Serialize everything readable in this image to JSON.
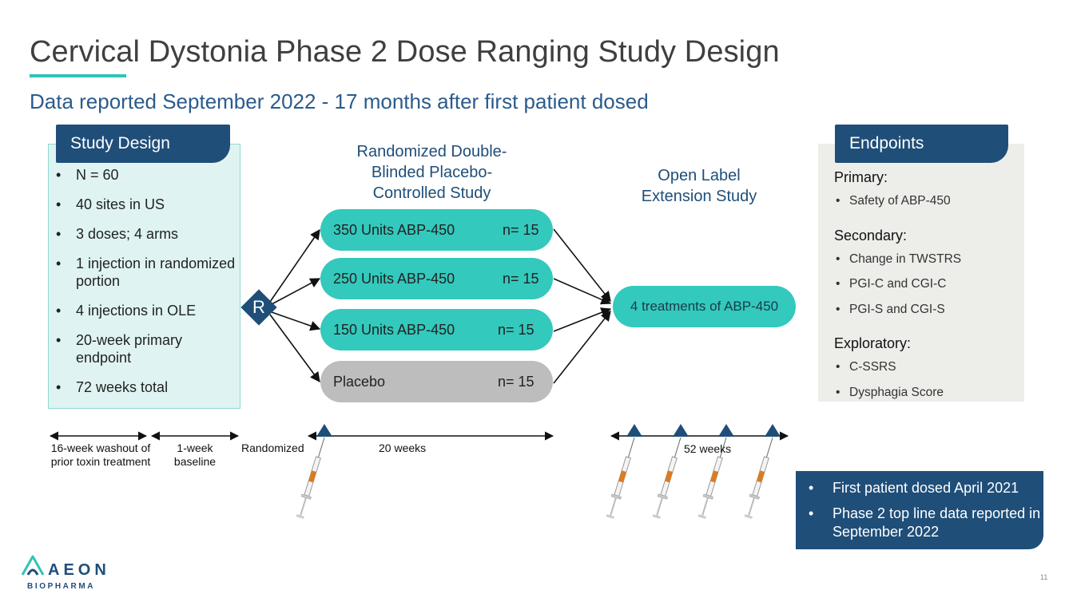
{
  "title": "Cervical Dystonia Phase 2 Dose Ranging Study Design",
  "subtitle": "Data reported September 2022 - 17 months after first patient dosed",
  "colors": {
    "navy": "#1f4e79",
    "teal": "#33c9bd",
    "grey": "#bdbdbd",
    "panel_teal": "#dff4f2",
    "panel_grey": "#ededea"
  },
  "study_design": {
    "header": "Study Design",
    "items": [
      "N = 60",
      "40 sites in US",
      "3 doses; 4 arms",
      "1 injection in randomized portion",
      "4 injections in OLE",
      "20-week primary endpoint",
      "72 weeks total"
    ]
  },
  "randomized": {
    "heading": "Randomized Double-Blinded Placebo-Controlled Study",
    "r_label": "R",
    "arms": [
      {
        "label": "350 Units ABP-450",
        "n": "n= 15"
      },
      {
        "label": "250 Units ABP-450",
        "n": "n= 15"
      },
      {
        "label": "150 Units ABP-450",
        "n": "n= 15"
      },
      {
        "label": "Placebo",
        "n": "n= 15"
      }
    ]
  },
  "ole": {
    "heading": "Open Label Extension Study",
    "box": "4 treatments of ABP-450"
  },
  "endpoints": {
    "header": "Endpoints",
    "primary_heading": "Primary:",
    "primary": [
      "Safety of ABP-450"
    ],
    "secondary_heading": "Secondary:",
    "secondary": [
      "Change in TWSTRS",
      "PGI-C and CGI-C",
      "PGI-S and CGI-S"
    ],
    "exploratory_heading": "Exploratory:",
    "exploratory": [
      "C-SSRS",
      "Dysphagia Score"
    ]
  },
  "timeline": {
    "washout": "16-week washout of prior toxin treatment",
    "baseline": "1-week baseline",
    "randomized": "Randomized",
    "weeks_20": "20 weeks",
    "weeks_52": "52 weeks"
  },
  "info": {
    "items": [
      "First patient dosed April 2021",
      "Phase 2 top line data reported in September 2022"
    ]
  },
  "logo": {
    "name": "AEON",
    "sub": "BIOPHARMA"
  },
  "page_number": "11",
  "icons": [
    "syringe-icon",
    "triangle-marker-icon",
    "aeon-logo-icon"
  ]
}
